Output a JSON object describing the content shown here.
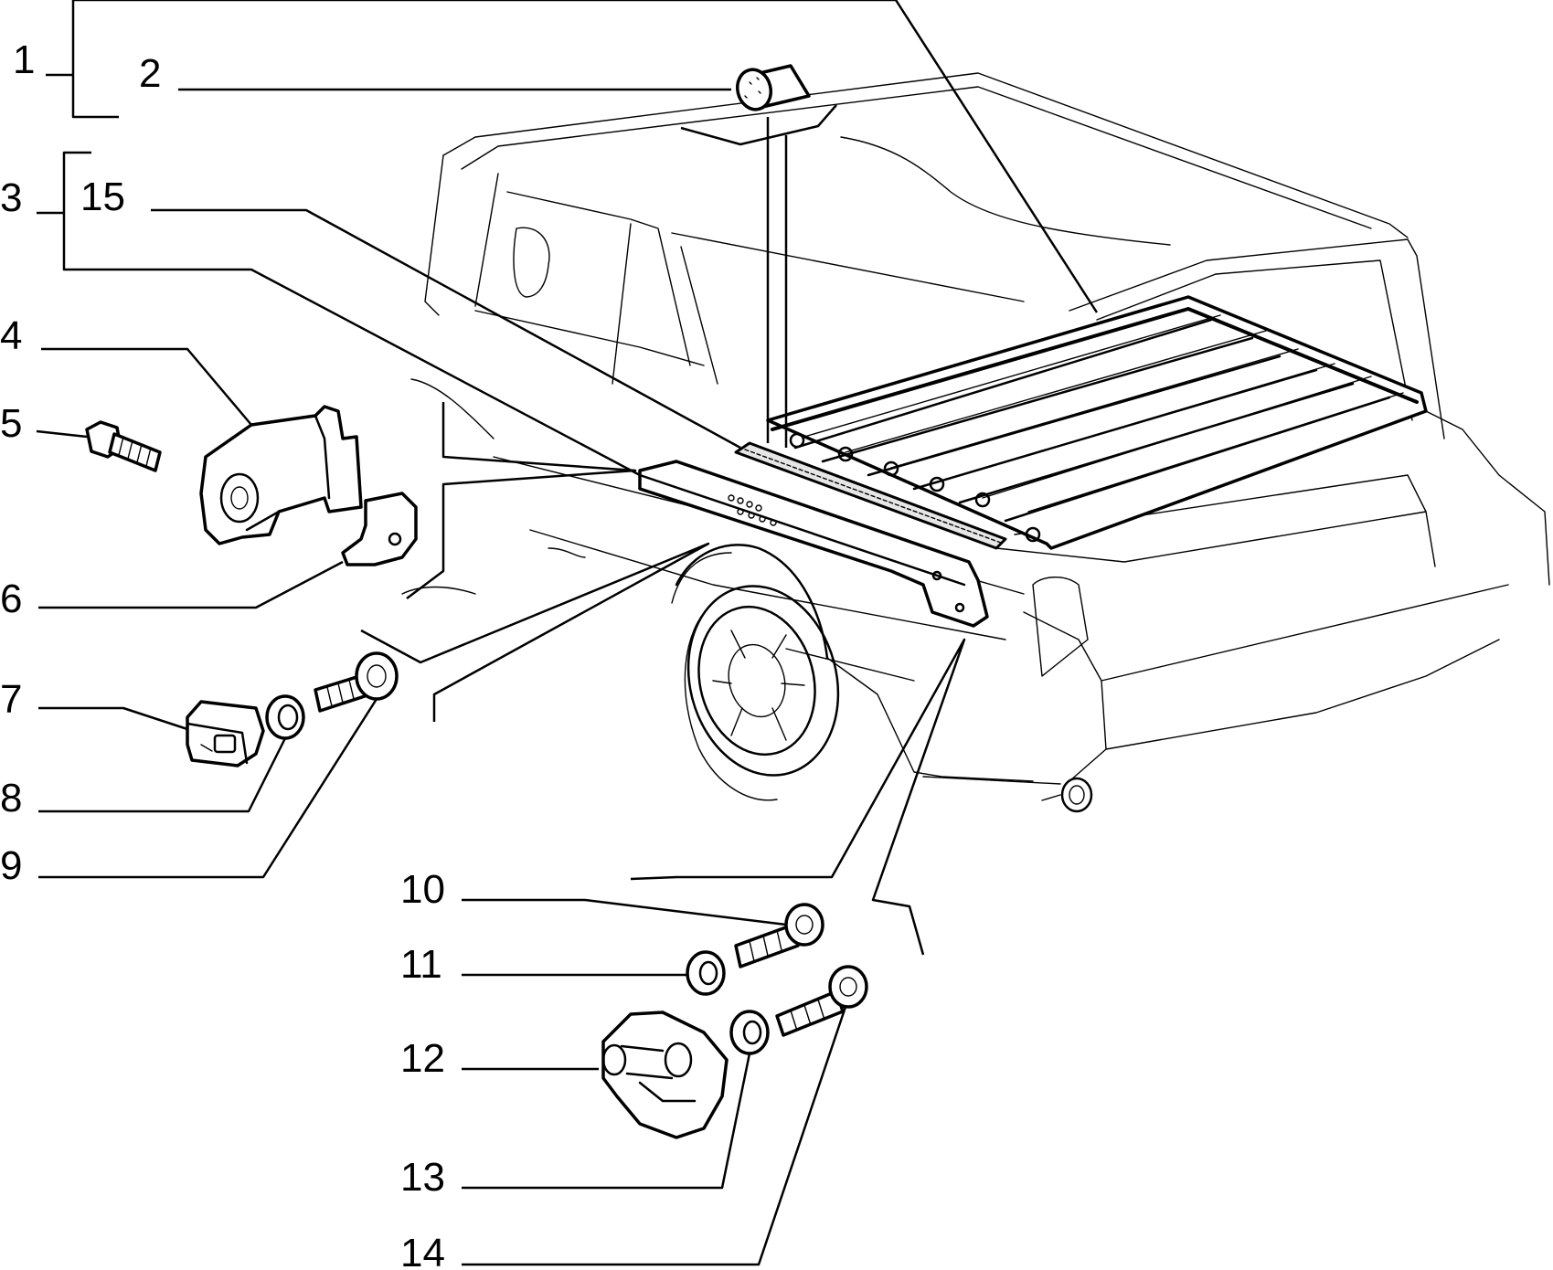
{
  "callouts": [
    {
      "id": "c1",
      "number": "1"
    },
    {
      "id": "c2",
      "number": "2"
    },
    {
      "id": "c3",
      "number": "3"
    },
    {
      "id": "c15",
      "number": "15"
    },
    {
      "id": "c4",
      "number": "4"
    },
    {
      "id": "c5",
      "number": "5"
    },
    {
      "id": "c6",
      "number": "6"
    },
    {
      "id": "c7",
      "number": "7"
    },
    {
      "id": "c8",
      "number": "8"
    },
    {
      "id": "c9",
      "number": "9"
    },
    {
      "id": "c10",
      "number": "10"
    },
    {
      "id": "c11",
      "number": "11"
    },
    {
      "id": "c12",
      "number": "12"
    },
    {
      "id": "c13",
      "number": "13"
    },
    {
      "id": "c14",
      "number": "14"
    }
  ]
}
